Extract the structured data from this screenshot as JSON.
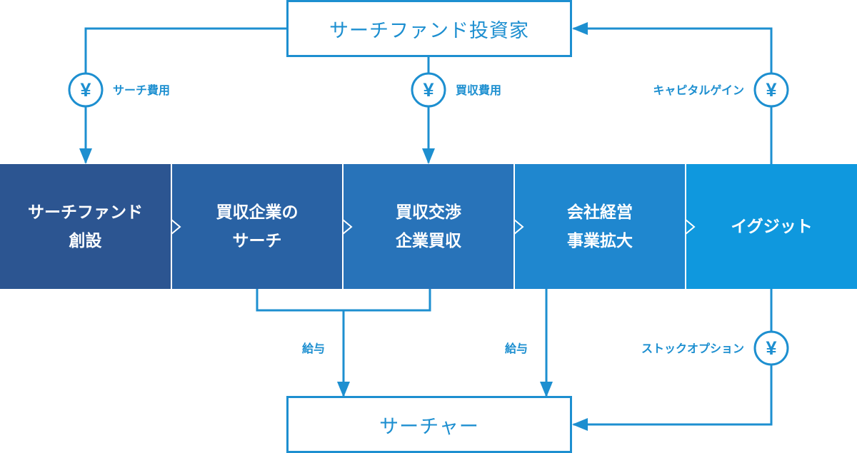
{
  "investor": "サーチファンド投資家",
  "searcher": "サーチャー",
  "stages": [
    "サーチファンド\n創設",
    "買収企業の\nサーチ",
    "買収交渉\n企業買収",
    "会社経営\n事業拡大",
    "イグジット"
  ],
  "flows": {
    "search_cost": "サーチ費用",
    "acquisition_cost": "買収費用",
    "capital_gain": "キャピタルゲイン",
    "salary_1": "給与",
    "salary_2": "給与",
    "stock_option": "ストックオプション"
  },
  "icons": {
    "currency": "yen-icon",
    "divider": "chevron-right-icon",
    "symbol": "¥"
  },
  "colors": {
    "accent": "#1d8fd0",
    "stage_1": "#2c5591",
    "stage_2": "#2962a4",
    "stage_3": "#2873b9",
    "stage_4": "#1f87cf",
    "stage_5": "#0f98de"
  }
}
